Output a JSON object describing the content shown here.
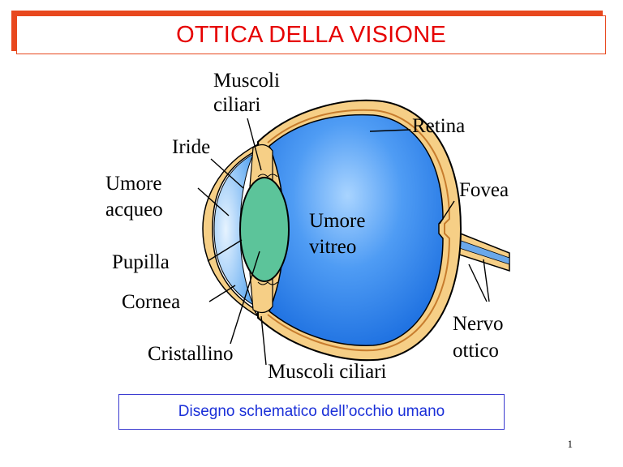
{
  "title": "OTTICA DELLA VISIONE",
  "labels": {
    "muscoli_ciliari_top_line1": "Muscoli",
    "muscoli_ciliari_top_line2": "ciliari",
    "iride": "Iride",
    "umore_acqueo_line1": "Umore",
    "umore_acqueo_line2": "acqueo",
    "pupilla": "Pupilla",
    "cornea": "Cornea",
    "cristallino": "Cristallino",
    "muscoli_ciliari_bottom": "Muscoli ciliari",
    "retina": "Retina",
    "fovea": "Fovea",
    "umore_vitreo_line1": "Umore",
    "umore_vitreo_line2": "vitreo",
    "nervo_ottico_line1": "Nervo",
    "nervo_ottico_line2": "ottico"
  },
  "caption": "Disegno schematico dell’occhio umano",
  "page_number": "1",
  "colors": {
    "title_red": "#e60000",
    "title_border": "#e8481e",
    "vitreous_blue": "#3a8ef0",
    "lens_green": "#5cc49a",
    "sclera_tan": "#f6cf86",
    "caption_blue": "#1a2fd8"
  }
}
